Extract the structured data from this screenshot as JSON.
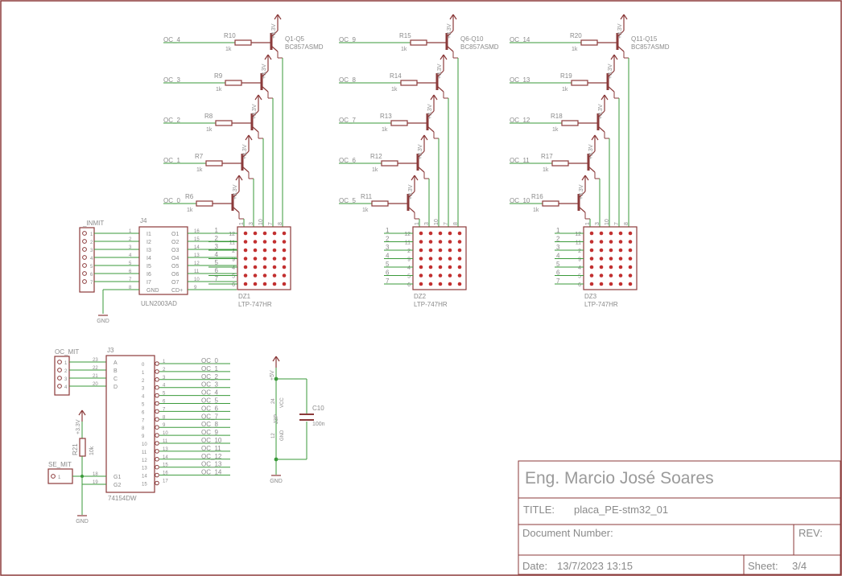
{
  "title_block": {
    "author": "Eng. Marcio José Soares",
    "title_label": "TITLE:",
    "title_value": "placa_PE-stm32_01",
    "docnum_label": "Document Number:",
    "rev_label": "REV:",
    "date_label": "Date:",
    "date_value": "13/7/2023 13:15",
    "sheet_label": "Sheet:",
    "sheet_value": "3/4"
  },
  "groups": [
    {
      "q_label": "Q1-Q5",
      "q_part": "BC857ASMD",
      "rows": [
        {
          "net": "OC_4",
          "res": "R10",
          "val": "1k",
          "vcc": "+3.3V"
        },
        {
          "net": "OC_3",
          "res": "R9",
          "val": "1k",
          "vcc": "+3.3V"
        },
        {
          "net": "OC_2",
          "res": "R8",
          "val": "1k",
          "vcc": "+3.3V"
        },
        {
          "net": "OC_1",
          "res": "R7",
          "val": "1k",
          "vcc": "+3.3V"
        },
        {
          "net": "OC_0",
          "res": "R6",
          "val": "1k",
          "vcc": "+3.3V"
        }
      ],
      "col_pins": [
        "1",
        "3",
        "10",
        "7",
        "8"
      ],
      "row_pins": [
        "12",
        "11",
        "2",
        "9",
        "4",
        "5",
        "6"
      ],
      "left_nets": [
        "_1",
        "_2",
        "_3",
        "_4",
        "_5",
        "_6",
        "_7"
      ],
      "matrix": "DZ1",
      "matrix_part": "LTP-747HR"
    },
    {
      "q_label": "Q6-Q10",
      "q_part": "BC857ASMD",
      "rows": [
        {
          "net": "OC_9",
          "res": "R15",
          "val": "1k",
          "vcc": "+3.3V"
        },
        {
          "net": "OC_8",
          "res": "R14",
          "val": "1k",
          "vcc": "+3.3V"
        },
        {
          "net": "OC_7",
          "res": "R13",
          "val": "1k",
          "vcc": "+3.3V"
        },
        {
          "net": "OC_6",
          "res": "R12",
          "val": "1k",
          "vcc": "+3.3V"
        },
        {
          "net": "OC_5",
          "res": "R11",
          "val": "1k",
          "vcc": "+3.3V"
        }
      ],
      "col_pins": [
        "1",
        "3",
        "10",
        "7",
        "8"
      ],
      "row_pins": [
        "12",
        "11",
        "2",
        "9",
        "4",
        "5",
        "6"
      ],
      "left_nets": [
        "_1",
        "_2",
        "_3",
        "_4",
        "_5",
        "_6",
        "_7"
      ],
      "matrix": "DZ2",
      "matrix_part": "LTP-747HR"
    },
    {
      "q_label": "Q11-Q15",
      "q_part": "BC857ASMD",
      "rows": [
        {
          "net": "OC_14",
          "res": "R20",
          "val": "1k",
          "vcc": "+3.3V"
        },
        {
          "net": "OC_13",
          "res": "R19",
          "val": "1k",
          "vcc": "+3.3V"
        },
        {
          "net": "OC_12",
          "res": "R18",
          "val": "1k",
          "vcc": "+3.3V"
        },
        {
          "net": "OC_11",
          "res": "R17",
          "val": "1k",
          "vcc": "+3.3V"
        },
        {
          "net": "OC_10",
          "res": "R16",
          "val": "1k",
          "vcc": "+3.3V"
        }
      ],
      "col_pins": [
        "1",
        "3",
        "10",
        "7",
        "8"
      ],
      "row_pins": [
        "12",
        "11",
        "2",
        "9",
        "4",
        "5",
        "6"
      ],
      "left_nets": [
        "_1",
        "_2",
        "_3",
        "_4",
        "_5",
        "_6",
        "_7"
      ],
      "matrix": "DZ3",
      "matrix_part": "LTP-747HR"
    }
  ],
  "inmit": {
    "name": "_INMIT",
    "pins": [
      "1",
      "2",
      "3",
      "4",
      "5",
      "6",
      "7"
    ]
  },
  "uln": {
    "ref": "J4",
    "part": "ULN2003AD",
    "left_pins": [
      "1",
      "2",
      "3",
      "4",
      "5",
      "6",
      "7",
      "8"
    ],
    "left_labels": [
      "I1",
      "I2",
      "I3",
      "I4",
      "I5",
      "I6",
      "I7",
      "GND"
    ],
    "right_labels": [
      "O1",
      "O2",
      "O3",
      "O4",
      "O5",
      "O6",
      "O7",
      "CD+"
    ],
    "right_pins": [
      "16",
      "15",
      "14",
      "13",
      "12",
      "11",
      "10",
      "9"
    ],
    "out_nets": [
      "_1",
      "_2",
      "_3",
      "_4",
      "_5",
      "_6",
      "_7"
    ],
    "gnd": "GND"
  },
  "ocmit": {
    "name": "OC_MIT",
    "pins": [
      "1",
      "2",
      "3",
      "4"
    ]
  },
  "dec": {
    "ref": "J3",
    "part": "74154DW",
    "in_pins": [
      "23",
      "22",
      "21",
      "20"
    ],
    "in_labels": [
      "A",
      "B",
      "C",
      "D"
    ],
    "g_pins": [
      "18",
      "19"
    ],
    "g_labels": [
      "G1",
      "G2"
    ],
    "out_labels": [
      "0",
      "1",
      "2",
      "3",
      "4",
      "5",
      "6",
      "7",
      "8",
      "9",
      "10",
      "11",
      "12",
      "13",
      "14",
      "15"
    ],
    "out_pins": [
      "1",
      "2",
      "3",
      "4",
      "5",
      "6",
      "7",
      "8",
      "9",
      "10",
      "11",
      "13",
      "14",
      "15",
      "16",
      "17"
    ],
    "out_nets": [
      "OC_0",
      "OC_1",
      "OC_2",
      "OC_3",
      "OC_4",
      "OC_5",
      "OC_6",
      "OC_7",
      "OC_8",
      "OC_9",
      "OC_10",
      "OC_11",
      "OC_12",
      "OC_13",
      "OC_14"
    ]
  },
  "semit": {
    "name": "SE_MIT",
    "pin": "1"
  },
  "r21": {
    "ref": "R21",
    "val": "10k",
    "vcc": "+3.3V",
    "gnd": "GND"
  },
  "power": {
    "vcc": "+5V",
    "gnd": "GND",
    "pwr_pin_top": "24",
    "pwr_pin_top_name": "VCC",
    "part_ref": "J3P",
    "pwr_pin_bot": "12",
    "pwr_pin_bot_name": "GND",
    "cap_ref": "C10",
    "cap_val": "100n"
  },
  "colors": {
    "line": "#8b3a3a",
    "wire": "#3a9a3a",
    "text": "#8a8a8a",
    "dot": "#c23030"
  }
}
